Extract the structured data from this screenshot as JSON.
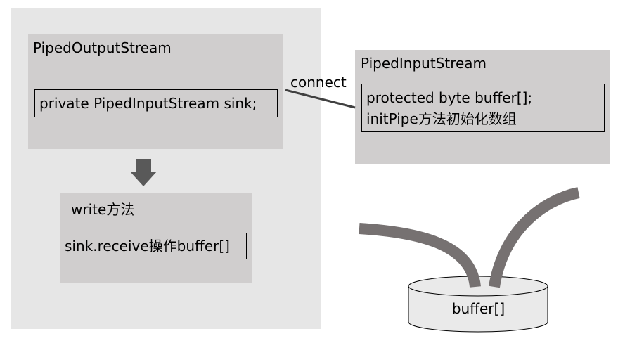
{
  "piped_output_stream": {
    "title": "PipedOutputStream",
    "field": "private PipedInputStream sink;"
  },
  "write_method": {
    "title": "write方法",
    "field": "sink.receive操作buffer[]"
  },
  "piped_input_stream": {
    "title": "PipedInputStream",
    "field_line1": "protected byte buffer[];",
    "field_line2": "initPipe方法初始化数组"
  },
  "connect_label": "connect",
  "buffer_label": "buffer[]",
  "colors": {
    "outer_panel": "#e6e6e6",
    "box_fill": "#d0cece",
    "arrow": "#595959",
    "curve": "#767171",
    "line": "#404040",
    "cylinder": "#eaeaea"
  }
}
